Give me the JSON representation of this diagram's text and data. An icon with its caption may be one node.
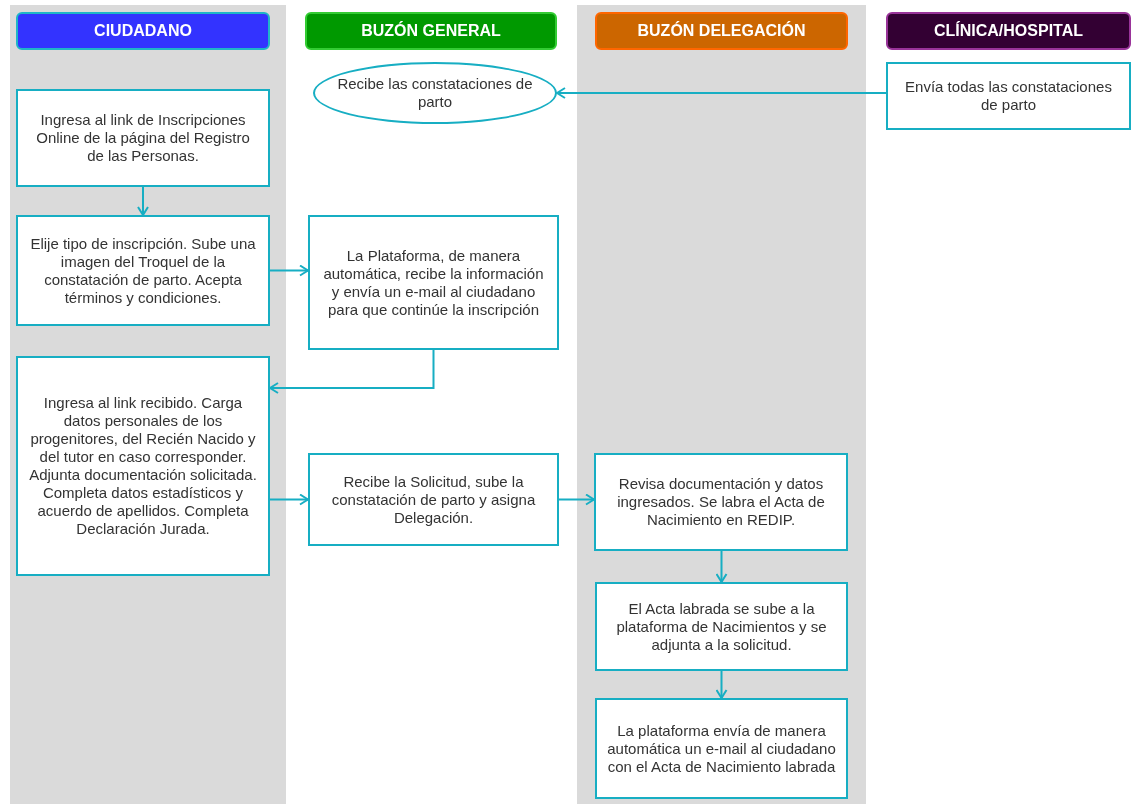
{
  "diagram": {
    "nodes": [
      {
        "text": [
          "CIUDADANO"
        ]
      },
      {
        "text": [
          "BUZÓN GENERAL"
        ]
      },
      {
        "text": [
          "BUZÓN DELEGACIÓN"
        ]
      },
      {
        "text": [
          "CLÍNICA/HOSPITAL"
        ]
      },
      {
        "text": [
          "Recibe las constataciones de parto"
        ]
      },
      {
        "text": [
          "Envía todas las constataciones de parto"
        ]
      },
      {
        "text": [
          "Ingresa al link de Inscripciones Online de la página del Registro de las Personas."
        ]
      },
      {
        "text": [
          "Elije tipo de inscripción. Sube una imagen del Troquel de la constatación de parto. Acepta términos y condiciones."
        ]
      },
      {
        "text": [
          "La Plataforma, de manera automática, recibe la información y envía un e-mail al ciudadano para que continúe la inscripción"
        ]
      },
      {
        "text": [
          "Ingresa al link recibido. Carga datos personales de los progenitores, del Recién Nacido y del tutor en caso corresponder. Adjunta documentación solicitada. Completa datos estadísticos y acuerdo de apellidos. Completa Declaración Jurada."
        ]
      },
      {
        "text": [
          "Recibe la Solicitud, sube la constatación de parto y asigna Delegación."
        ]
      },
      {
        "text": [
          "Revisa documentación y datos ingresados. Se labra el Acta de Nacimiento en REDIP."
        ]
      },
      {
        "text": [
          "El Acta labrada se sube a la plataforma de Nacimientos y se adjunta a la solicitud."
        ]
      },
      {
        "text": [
          "La plataforma envía de manera automática un e-mail al ciudadano con el Acta de Nacimiento labrada"
        ]
      }
    ],
    "edges": [
      {
        "from": 5,
        "to": 4,
        "arrow": "to"
      },
      {
        "from": 6,
        "to": 7,
        "arrow": "to"
      },
      {
        "from": 7,
        "to": 8,
        "arrow": "to"
      },
      {
        "from": 8,
        "to": 9,
        "arrow": "to"
      },
      {
        "from": 9,
        "to": 10,
        "arrow": "to"
      },
      {
        "from": 10,
        "to": 11,
        "arrow": "to"
      },
      {
        "from": 11,
        "to": 12,
        "arrow": "to"
      },
      {
        "from": 12,
        "to": 13,
        "arrow": "to"
      }
    ]
  }
}
